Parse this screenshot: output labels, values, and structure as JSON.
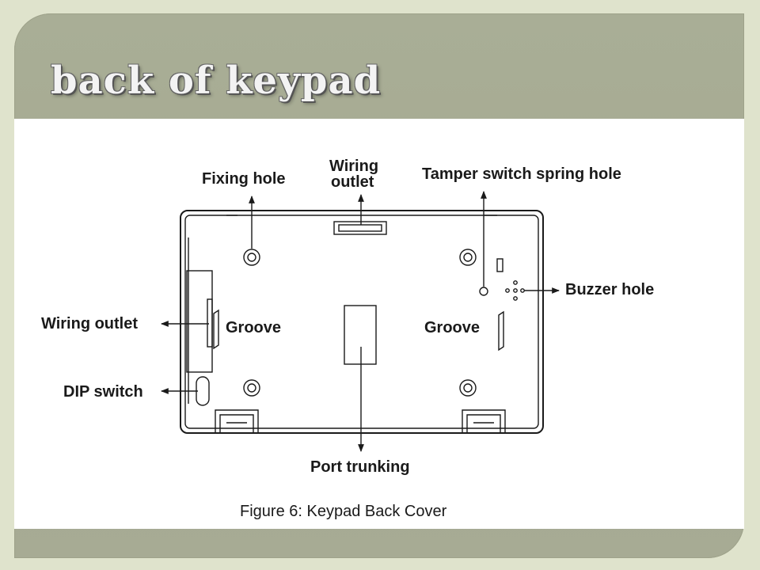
{
  "slide": {
    "title": "back of keypad"
  },
  "diagram": {
    "labels": {
      "fixing_hole": "Fixing hole",
      "wiring_outlet_top_line1": "Wiring",
      "wiring_outlet_top_line2": "outlet",
      "tamper_switch": "Tamper switch spring hole",
      "buzzer_hole": "Buzzer hole",
      "wiring_outlet_left": "Wiring outlet",
      "groove_left": "Groove",
      "groove_right": "Groove",
      "dip_switch": "DIP switch",
      "port_trunking": "Port trunking"
    },
    "caption": "Figure 6: Keypad Back Cover"
  }
}
